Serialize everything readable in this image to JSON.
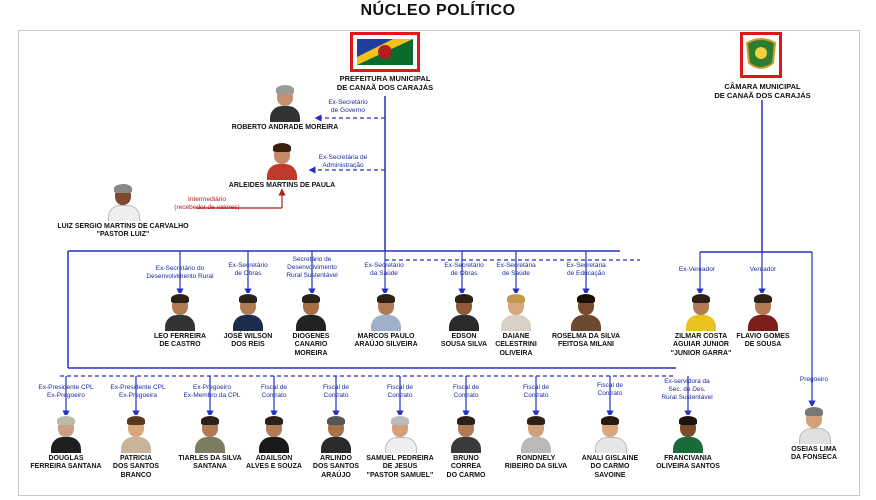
{
  "title": "NÚCLEO POLÍTICO",
  "prefeitura": {
    "label_line1": "PREFEITURA MUNICIPAL",
    "label_line2": "DE CANAÃ DOS CARAJÁS"
  },
  "camara": {
    "label_line1": "CÂMARA MUNICIPAL",
    "label_line2": "DE CANAÃ DOS CARAJÁS"
  },
  "colors": {
    "blue_line": "#2431c4",
    "red_line": "#b01d1d",
    "logo_border": "#e0161a"
  },
  "top_people": [
    {
      "name": [
        "ROBERTO ANDRADE MOREIRA"
      ],
      "role": [
        "Ex-Secretário",
        "de Governo"
      ]
    },
    {
      "name": [
        "ARLEIDES MARTINS DE PAULA"
      ],
      "role": [
        "Ex-Secretária de",
        "Administração"
      ]
    },
    {
      "name": [
        "LUIZ SERGIO MARTINS DE CARVALHO",
        "\"PASTOR LUIZ\""
      ],
      "role": [
        "Intermediário",
        "(recebedor de valores)"
      ]
    }
  ],
  "middle_people": [
    {
      "name": [
        "LEO FERREIRA",
        "DE CASTRO"
      ],
      "role": [
        "Ex-Secretário do",
        "Desenvolvimento Rural"
      ]
    },
    {
      "name": [
        "JOSÉ WILSON",
        "DOS REIS"
      ],
      "role": [
        "Ex-Secretário",
        "de Obras"
      ]
    },
    {
      "name": [
        "DIOGENES",
        "CANARIO",
        "MOREIRA"
      ],
      "role": [
        "Secretário de",
        "Desenvolvimento",
        "Rural Sustentável"
      ]
    },
    {
      "name": [
        "MARCOS PAULO",
        "ARAÚJO SILVEIRA"
      ],
      "role": [
        "Ex-Secretário",
        "da Saúde"
      ]
    },
    {
      "name": [
        "EDSON",
        "SOUSA SILVA"
      ],
      "role": [
        "Ex-Secretário",
        "de Obras"
      ]
    },
    {
      "name": [
        "DAIANE",
        "CELESTRINI",
        "OLIVEIRA"
      ],
      "role": [
        "Ex-Secretária",
        "de Saúde"
      ]
    },
    {
      "name": [
        "ROSELMA DA SILVA",
        "FEITOSA MILANI"
      ],
      "role": [
        "Ex-Secretária",
        "de Educação"
      ]
    },
    {
      "name": [
        "ZILMAR COSTA",
        "AGUIAR JUNIOR",
        "\"JUNIOR GARRA\""
      ],
      "role": [
        "Ex-Vereador"
      ]
    },
    {
      "name": [
        "FLAVIO GOMES",
        "DE SOUSA"
      ],
      "role": [
        "Vereador"
      ]
    }
  ],
  "bottom_people": [
    {
      "name": [
        "DOUGLAS",
        "FERREIRA SANTANA"
      ],
      "role": [
        "Ex-Presidente CPL",
        "Ex-Pregoeiro"
      ]
    },
    {
      "name": [
        "PATRICIA",
        "DOS SANTOS",
        "BRANCO"
      ],
      "role": [
        "Ex-Presidente CPL",
        "Ex-Pregoeira"
      ]
    },
    {
      "name": [
        "TIARLES DA SILVA",
        "SANTANA"
      ],
      "role": [
        "Ex-Pregoeiro",
        "Ex-Membro da CPL"
      ]
    },
    {
      "name": [
        "ADAILSON",
        "ALVES E SOUZA"
      ],
      "role": [
        "Fiscal de",
        "Contrato"
      ]
    },
    {
      "name": [
        "ARLINDO",
        "DOS SANTOS",
        "ARAÚJO"
      ],
      "role": [
        "Fiscal de",
        "Contrato"
      ]
    },
    {
      "name": [
        "SAMUEL PEDREIRA",
        "DE JESUS",
        "\"PASTOR SAMUEL\""
      ],
      "role": [
        "Fiscal de",
        "Contrato"
      ]
    },
    {
      "name": [
        "BRUNO",
        "CORREA",
        "DO CARMO"
      ],
      "role": [
        "Fiscal de",
        "Contrato"
      ]
    },
    {
      "name": [
        "RONDNELY",
        "RIBEIRO DA SILVA"
      ],
      "role": [
        "Fiscal de",
        "Contrato"
      ]
    },
    {
      "name": [
        "ANALI GISLAINE",
        "DO CARMO",
        "SAVOINE"
      ],
      "role": [
        "Fiscal de",
        "Contrato"
      ]
    },
    {
      "name": [
        "FRANCIVANIA",
        "OLIVEIRA SANTOS"
      ],
      "role": [
        "Ex-servidora da",
        "Sec. de Des.",
        "Rural Sustentável"
      ]
    },
    {
      "name": [
        "OSEIAS LIMA",
        "DA FONSECA"
      ],
      "role": [
        "Pregoeiro"
      ]
    }
  ]
}
